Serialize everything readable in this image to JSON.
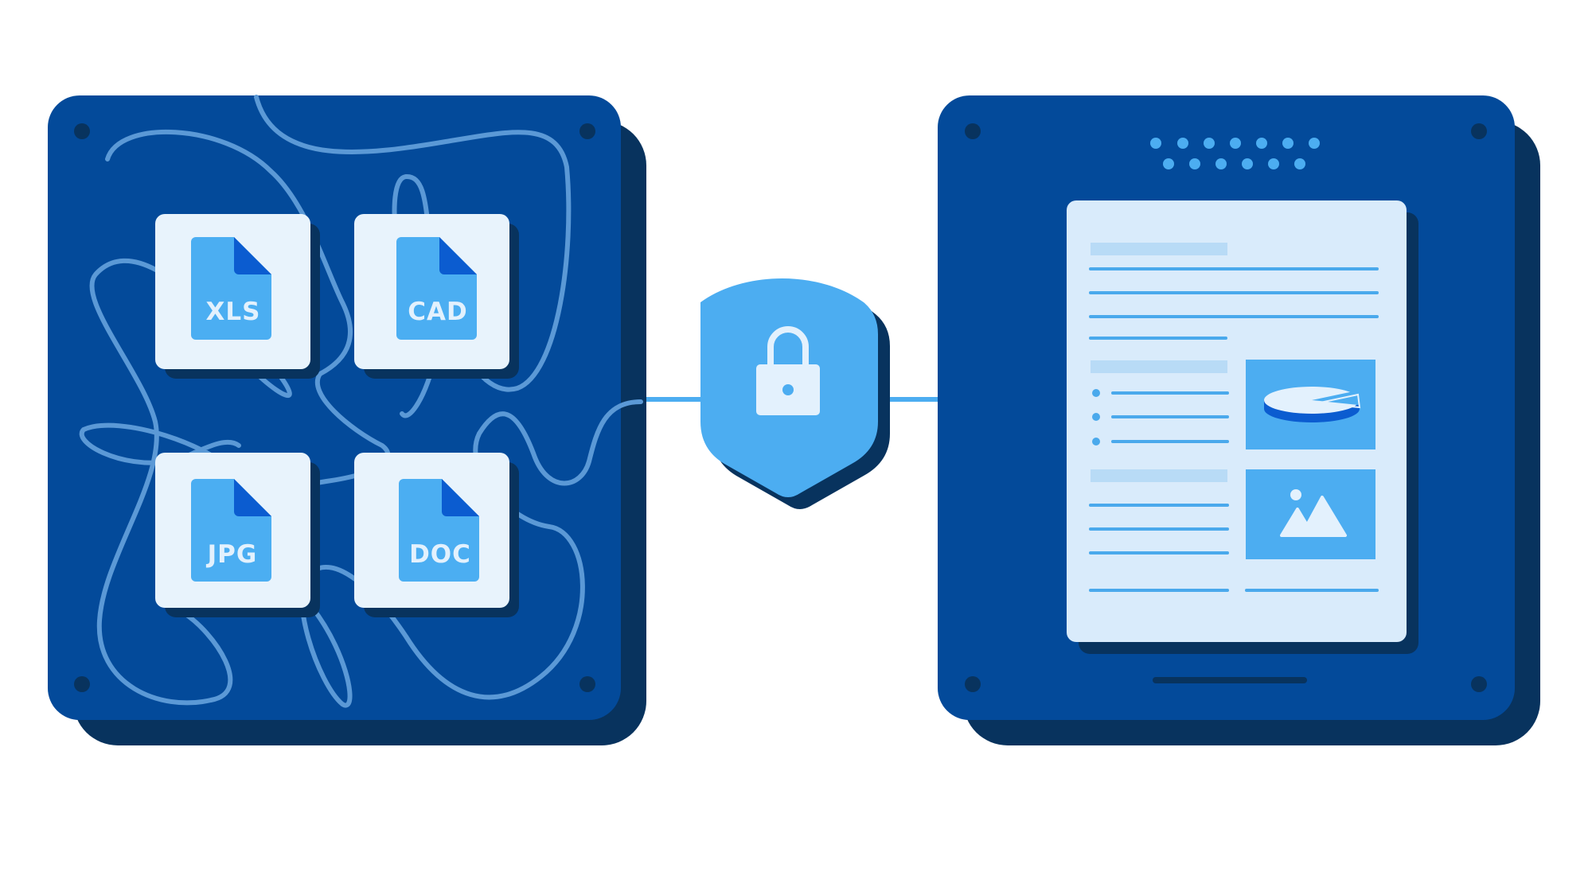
{
  "files": [
    {
      "type": "XLS"
    },
    {
      "type": "CAD"
    },
    {
      "type": "JPG"
    },
    {
      "type": "DOC"
    }
  ],
  "colors": {
    "panel": "#034a9a",
    "panel_shadow": "#08335e",
    "card": "#e8f3fc",
    "file_icon": "#4baef2",
    "file_fold": "#0b5cd0",
    "wire": "#5b99d6",
    "shield": "#4cadf1",
    "connector": "#ff6a00",
    "doc_bg": "#d9ebfb",
    "doc_line": "#4aa9ec"
  },
  "icons": [
    "lock-icon",
    "pie-chart-icon",
    "image-icon",
    "file-icon"
  ]
}
